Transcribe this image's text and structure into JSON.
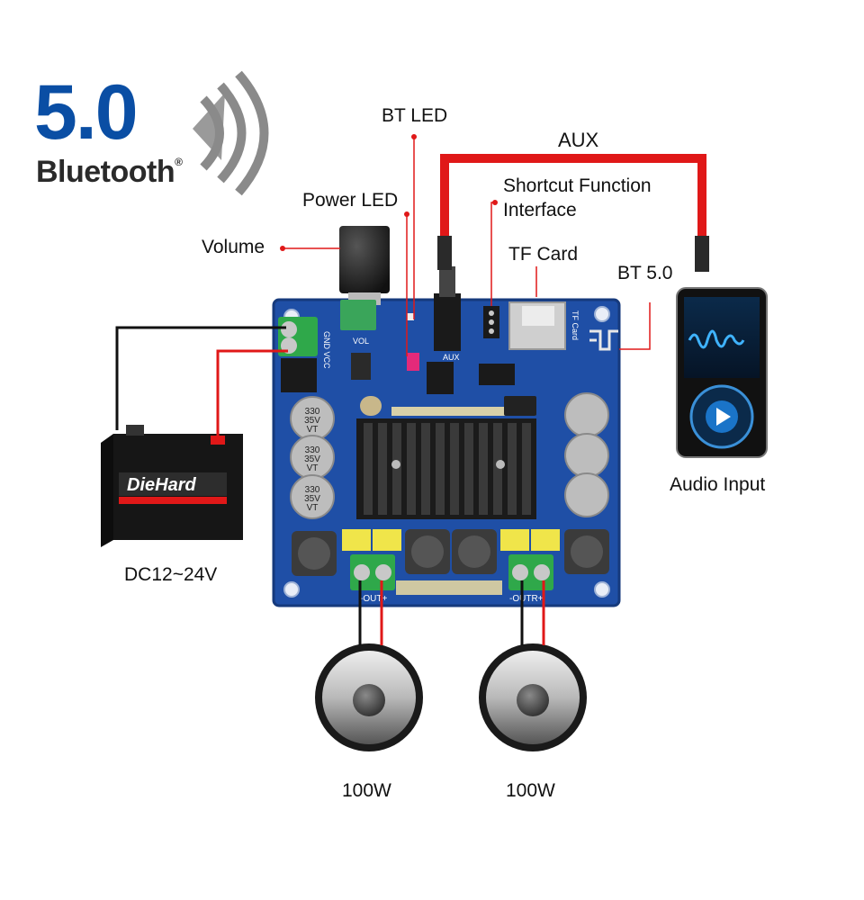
{
  "logo": {
    "version": "5.0",
    "word": "Bluetooth",
    "reg_mark": "®"
  },
  "labels": {
    "bt_led": "BT LED",
    "aux": "AUX",
    "shortcut_line1": "Shortcut Function",
    "shortcut_line2": "Interface",
    "power_led": "Power LED",
    "tf_card": "TF Card",
    "bt50": "BT 5.0",
    "volume": "Volume",
    "audio_input": "Audio Input",
    "dc": "DC12~24V",
    "speaker_left": "100W",
    "speaker_right": "100W"
  },
  "board": {
    "silk_vol": "VOL",
    "silk_gnd_vcc": "GND VCC",
    "silk_aux": "AUX",
    "silk_tf": "TF Card",
    "silk_out_left": "-OUT+",
    "silk_out_right": "-OUTR+"
  },
  "capacitor": {
    "line1": "330",
    "line2": "35V",
    "line3": "VT"
  },
  "battery": {
    "brand": "DieHard"
  },
  "colors": {
    "board_blue": "#1f4fa6",
    "wire_red": "#e01818",
    "wire_black": "#111111",
    "logo_blue": "#0a4ea4",
    "heatsink": "#222222"
  }
}
